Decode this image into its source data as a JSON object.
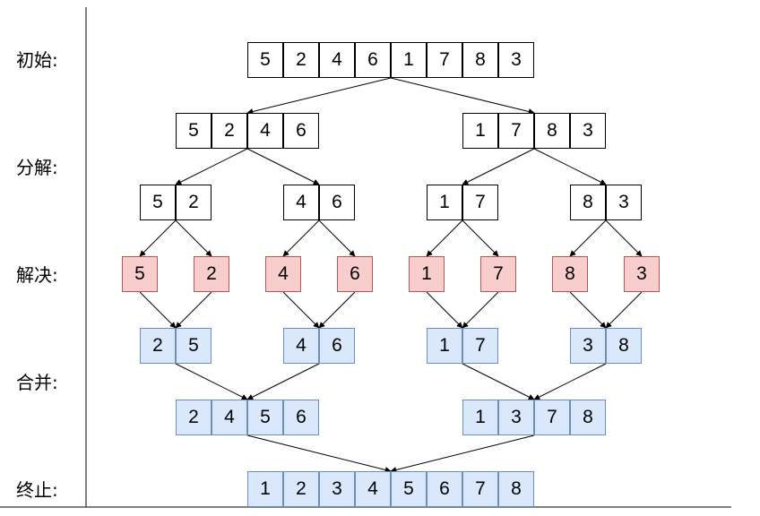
{
  "labels": {
    "initial": "初始:",
    "divide": "分解:",
    "conquer": "解决:",
    "merge": "合并:",
    "end": "终止:"
  },
  "colors": {
    "plain_fill": "#ffffff",
    "plain_stroke": "#000000",
    "leaf_fill": "#f8cecc",
    "leaf_stroke": "#b85450",
    "merged_fill": "#dae8fc",
    "merged_stroke": "#6c8ebf"
  },
  "rows": [
    {
      "id": "initial",
      "style": "plain",
      "groups": [
        {
          "values": [
            "5",
            "2",
            "4",
            "6",
            "1",
            "7",
            "8",
            "3"
          ]
        }
      ]
    },
    {
      "id": "divide-1",
      "style": "plain",
      "groups": [
        {
          "values": [
            "5",
            "2",
            "4",
            "6"
          ]
        },
        {
          "values": [
            "1",
            "7",
            "8",
            "3"
          ]
        }
      ]
    },
    {
      "id": "divide-2",
      "style": "plain",
      "groups": [
        {
          "values": [
            "5",
            "2"
          ]
        },
        {
          "values": [
            "4",
            "6"
          ]
        },
        {
          "values": [
            "1",
            "7"
          ]
        },
        {
          "values": [
            "8",
            "3"
          ]
        }
      ]
    },
    {
      "id": "conquer",
      "style": "red",
      "groups": [
        {
          "values": [
            "5"
          ]
        },
        {
          "values": [
            "2"
          ]
        },
        {
          "values": [
            "4"
          ]
        },
        {
          "values": [
            "6"
          ]
        },
        {
          "values": [
            "1"
          ]
        },
        {
          "values": [
            "7"
          ]
        },
        {
          "values": [
            "8"
          ]
        },
        {
          "values": [
            "3"
          ]
        }
      ]
    },
    {
      "id": "merge-1",
      "style": "blue",
      "groups": [
        {
          "values": [
            "2",
            "5"
          ]
        },
        {
          "values": [
            "4",
            "6"
          ]
        },
        {
          "values": [
            "1",
            "7"
          ]
        },
        {
          "values": [
            "3",
            "8"
          ]
        }
      ]
    },
    {
      "id": "merge-2",
      "style": "blue",
      "groups": [
        {
          "values": [
            "2",
            "4",
            "5",
            "6"
          ]
        },
        {
          "values": [
            "1",
            "3",
            "7",
            "8"
          ]
        }
      ]
    },
    {
      "id": "end",
      "style": "blue",
      "groups": [
        {
          "values": [
            "1",
            "2",
            "3",
            "4",
            "5",
            "6",
            "7",
            "8"
          ]
        }
      ]
    }
  ]
}
